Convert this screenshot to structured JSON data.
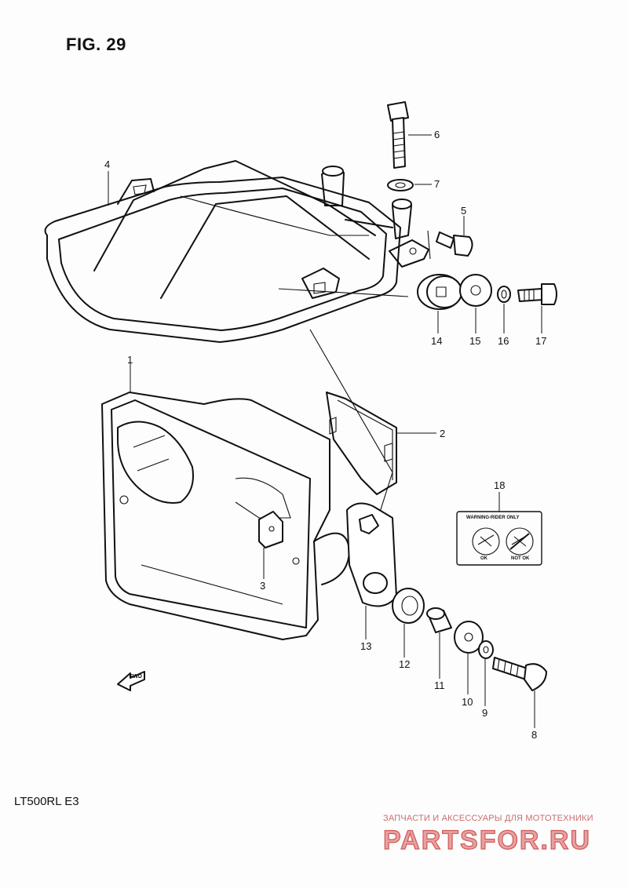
{
  "figure": {
    "title": "FIG. 29"
  },
  "model": {
    "code": "LT500RL  E3"
  },
  "watermark": {
    "subtitle": "ЗАПЧАСТИ И АКСЕССУАРЫ ДЛЯ МОТОТЕХНИКИ",
    "logo_text": "PARTSFOR.RU",
    "color": "#e0605f"
  },
  "direction_marker": {
    "label": "FWD"
  },
  "decal": {
    "header": "WARNING-RIDER ONLY",
    "left_caption": "OK",
    "right_caption": "NOT OK"
  },
  "callouts": [
    "1",
    "2",
    "3",
    "4",
    "5",
    "6",
    "7",
    "8",
    "9",
    "10",
    "11",
    "12",
    "13",
    "14",
    "15",
    "16",
    "17",
    "18"
  ]
}
